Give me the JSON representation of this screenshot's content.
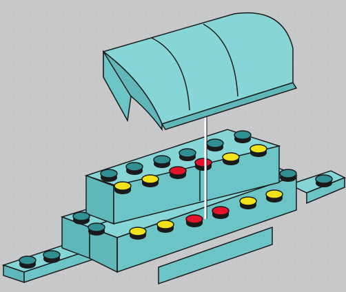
{
  "scene": {
    "background_color": "#c8cacb",
    "brick_color": "#7fd3d4",
    "brick_shade_color": "#5fb7b9",
    "brick_dark_color": "#3e9a9c",
    "outline_color": "#1a1a1a",
    "stud_top_color": "#2f8f92",
    "stud_yellow_color": "#f2e21b",
    "stud_red_color": "#e3132a",
    "guide_line_color": "#ffffff",
    "parts": [
      "curved-slope-piece",
      "base-plate",
      "lower-brick-assembly",
      "upper-brick-assembly"
    ]
  }
}
